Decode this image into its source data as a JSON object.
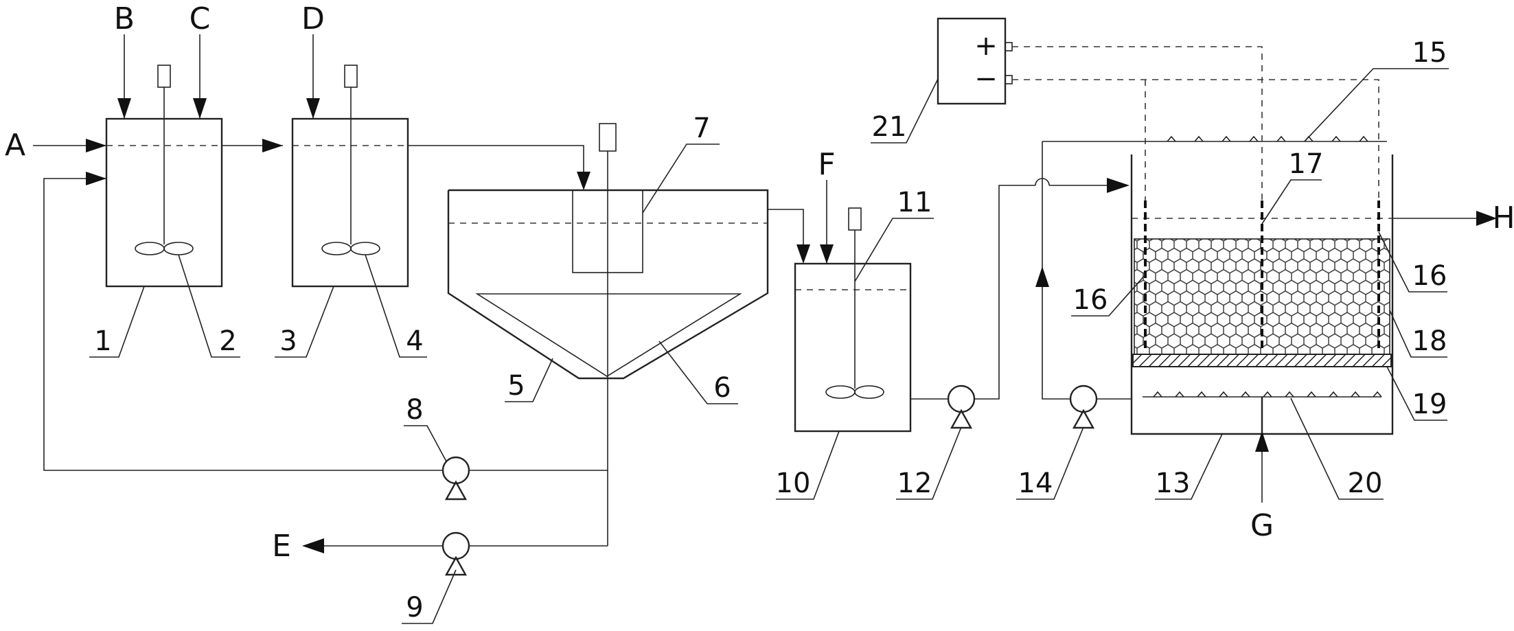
{
  "streams": {
    "A": "A",
    "B": "B",
    "C": "C",
    "D": "D",
    "E": "E",
    "F": "F",
    "G": "G",
    "H": "H"
  },
  "callouts": {
    "n1": "1",
    "n2": "2",
    "n3": "3",
    "n4": "4",
    "n5": "5",
    "n6": "6",
    "n7": "7",
    "n8": "8",
    "n9": "9",
    "n10": "10",
    "n11": "11",
    "n12": "12",
    "n13": "13",
    "n14": "14",
    "n15": "15",
    "n16a": "16",
    "n16b": "16",
    "n17": "17",
    "n18": "18",
    "n19": "19",
    "n20": "20",
    "n21": "21"
  },
  "power_supply": {
    "plus": "+",
    "minus": "−"
  }
}
